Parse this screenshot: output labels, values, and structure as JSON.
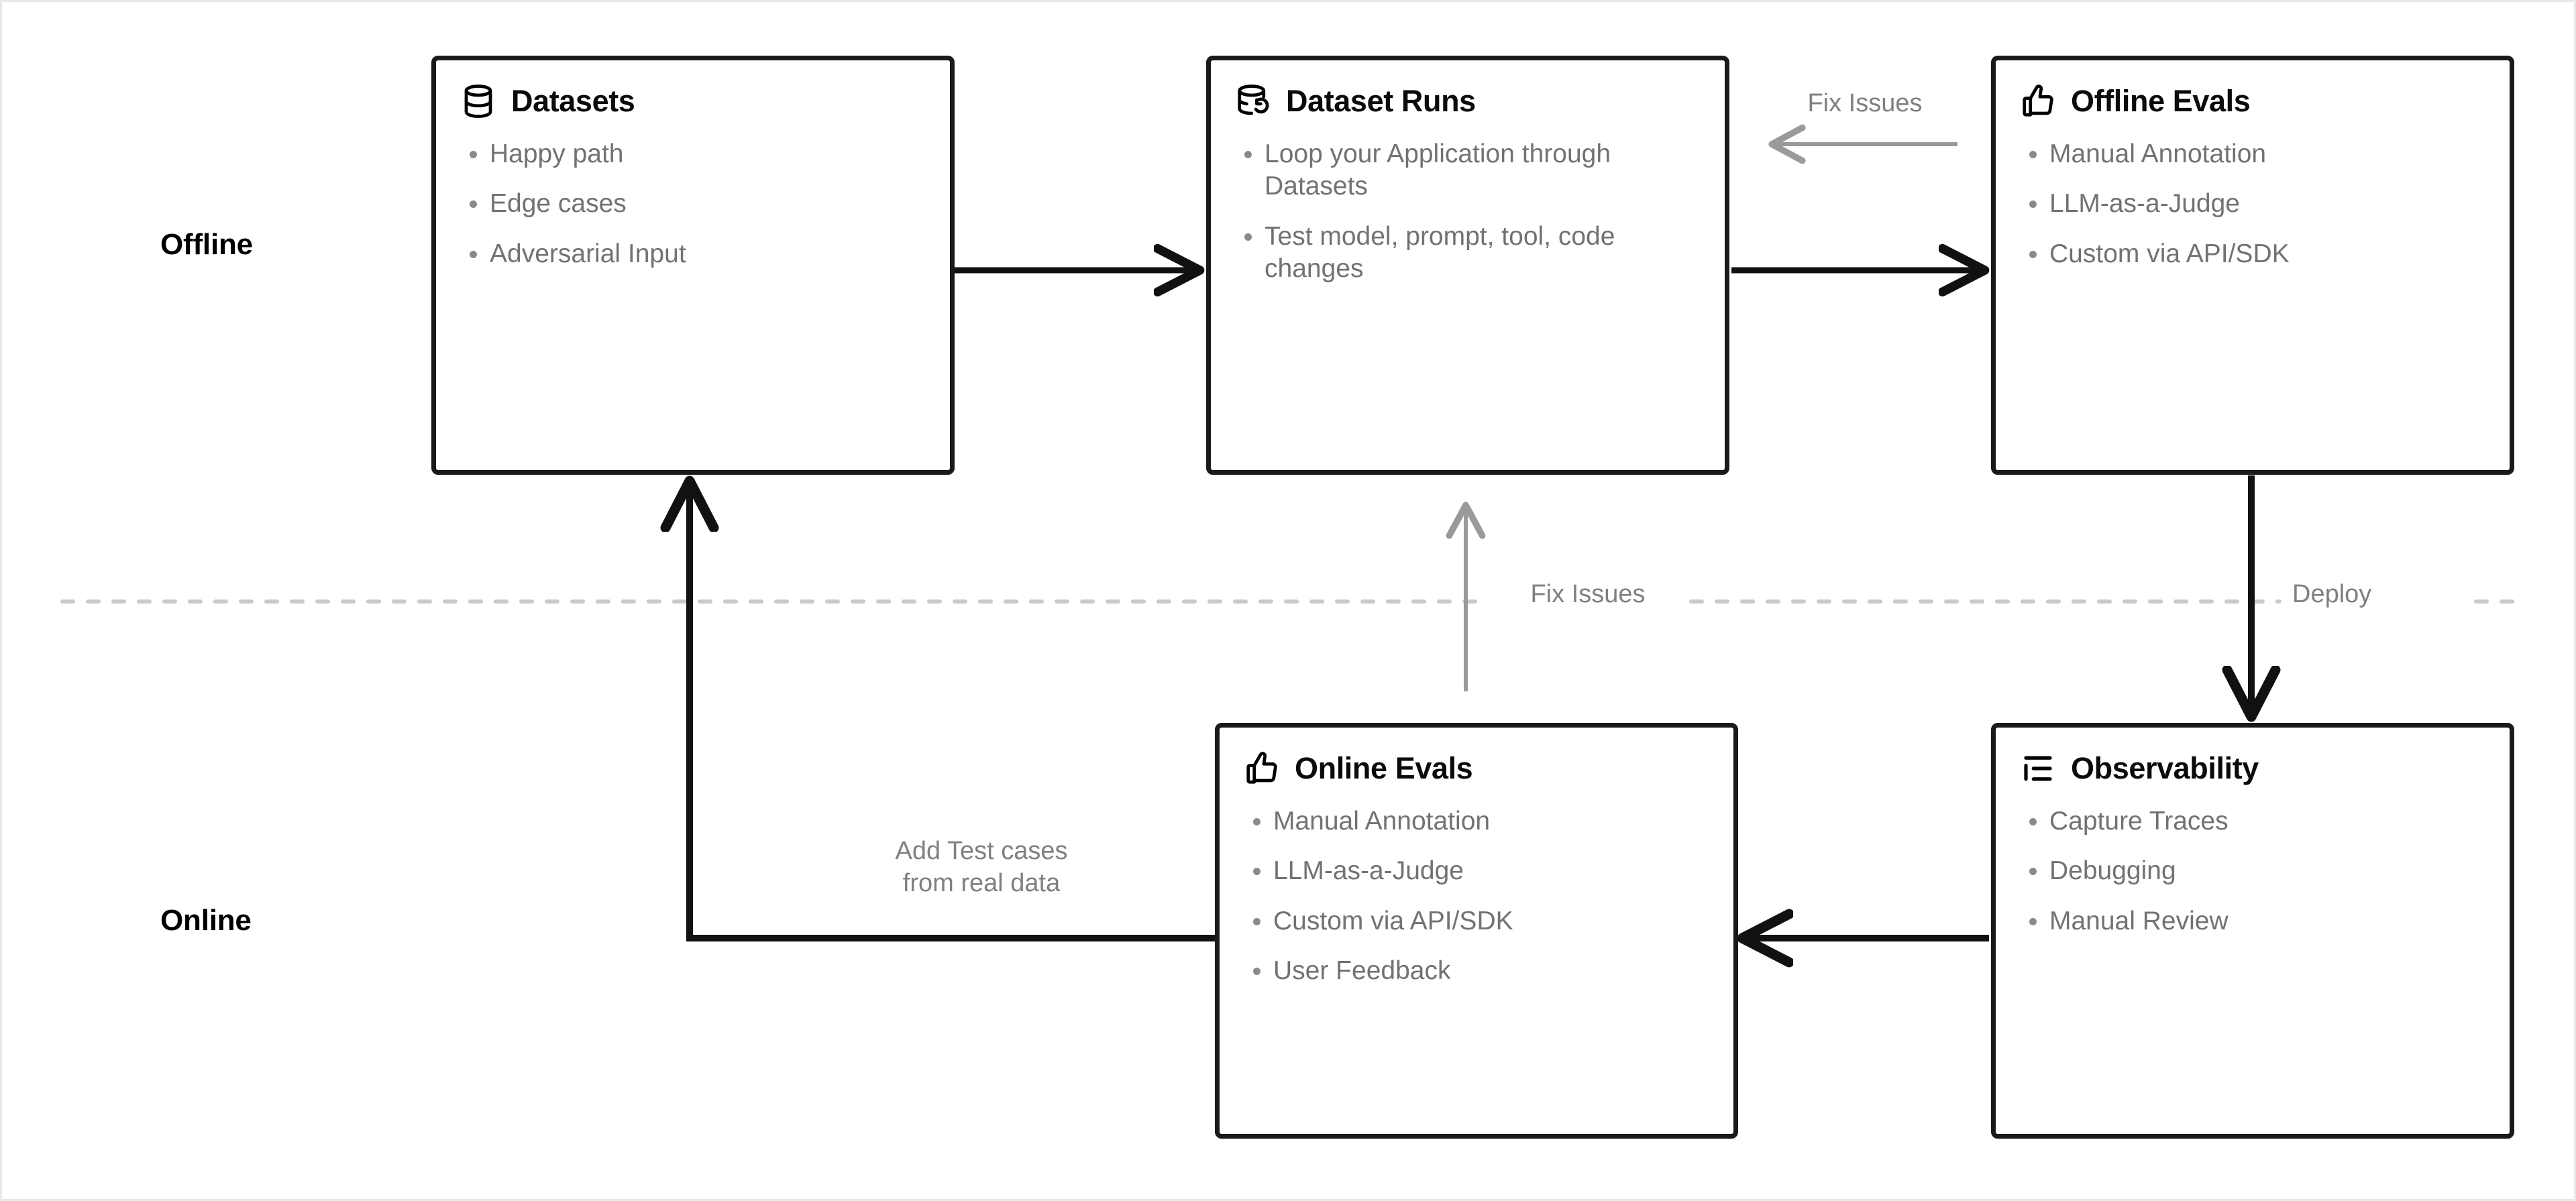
{
  "lanes": [
    {
      "id": "offline",
      "label": "Offline"
    },
    {
      "id": "online",
      "label": "Online"
    }
  ],
  "divider": {
    "style": "dashed",
    "color": "#c9c9c9",
    "labels": [
      {
        "id": "fix-issues-mid",
        "text": "Fix Issues"
      },
      {
        "id": "deploy",
        "text": "Deploy"
      }
    ]
  },
  "nodes": [
    {
      "id": "datasets",
      "title": "Datasets",
      "icon": "database-icon",
      "lane": "offline",
      "items": [
        "Happy path",
        "Edge cases",
        "Adversarial Input"
      ]
    },
    {
      "id": "dataset-runs",
      "title": "Dataset Runs",
      "icon": "database-backup-icon",
      "lane": "offline",
      "items": [
        "Loop your Application through Datasets",
        "Test model, prompt, tool, code changes"
      ]
    },
    {
      "id": "offline-evals",
      "title": "Offline Evals",
      "icon": "thumbs-up-icon",
      "lane": "offline",
      "items": [
        "Manual Annotation",
        "LLM-as-a-Judge",
        "Custom via API/SDK"
      ]
    },
    {
      "id": "online-evals",
      "title": "Online Evals",
      "icon": "thumbs-up-icon",
      "lane": "online",
      "items": [
        "Manual Annotation",
        "LLM-as-a-Judge",
        "Custom via API/SDK",
        "User Feedback"
      ]
    },
    {
      "id": "observability",
      "title": "Observability",
      "icon": "list-tree-icon",
      "lane": "online",
      "items": [
        "Capture Traces",
        "Debugging",
        "Manual Review"
      ]
    }
  ],
  "edges": [
    {
      "id": "datasets-to-runs",
      "from": "datasets",
      "to": "dataset-runs",
      "label": "",
      "color": "#111111",
      "weight": "heavy"
    },
    {
      "id": "runs-to-offline-evals",
      "from": "dataset-runs",
      "to": "offline-evals",
      "label": "",
      "color": "#111111",
      "weight": "heavy"
    },
    {
      "id": "offline-evals-fix",
      "from": "offline-evals",
      "to": "dataset-runs",
      "label": "Fix Issues",
      "color": "#9a9a9a",
      "weight": "light"
    },
    {
      "id": "offline-evals-deploy",
      "from": "offline-evals",
      "to": "observability",
      "label": "Deploy",
      "color": "#111111",
      "weight": "heavy"
    },
    {
      "id": "observability-to-online",
      "from": "observability",
      "to": "online-evals",
      "label": "",
      "color": "#111111",
      "weight": "heavy"
    },
    {
      "id": "online-evals-to-datasets",
      "from": "online-evals",
      "to": "datasets",
      "label": "Add Test cases\nfrom real data",
      "color": "#111111",
      "weight": "heavy"
    },
    {
      "id": "online-evals-fix",
      "from": "online-evals",
      "to": "dataset-runs",
      "label": "Fix Issues",
      "color": "#9a9a9a",
      "weight": "light"
    }
  ],
  "edge_labels": {
    "fix_issues_top": "Fix Issues",
    "fix_issues_mid": "Fix Issues",
    "deploy": "Deploy",
    "add_test_cases": "Add Test cases\nfrom real data"
  },
  "colors": {
    "background": "#ffffff",
    "node_border": "#1a1a1a",
    "title_text": "#0b0b0b",
    "body_text": "#727272",
    "edge_strong": "#111111",
    "edge_weak": "#9a9a9a",
    "divider": "#c9c9c9",
    "page_border": "#e8e8e8"
  }
}
